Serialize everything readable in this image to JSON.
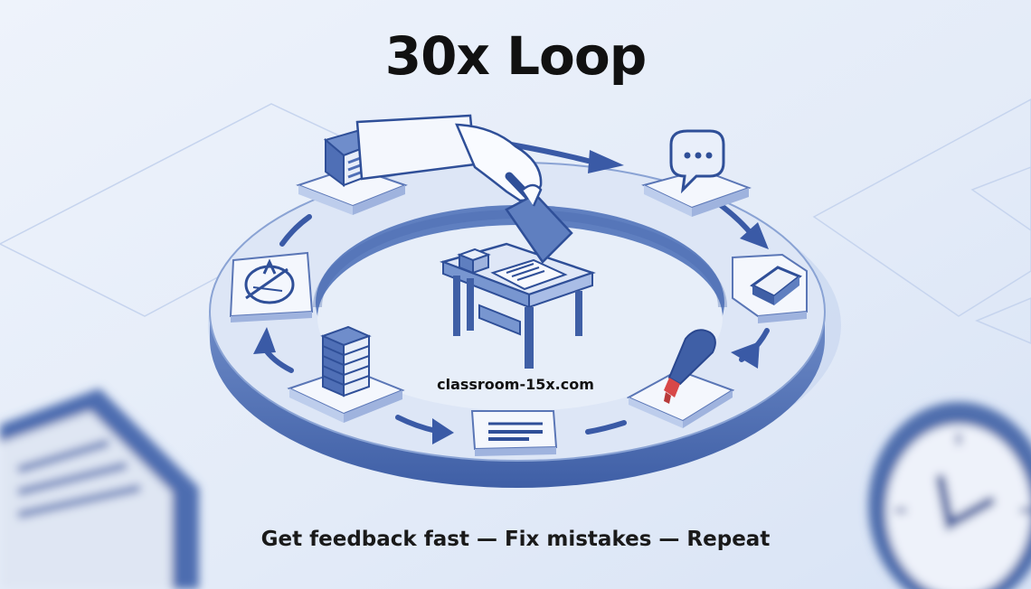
{
  "title": "30x Loop",
  "watermark": "classroom-15x.com",
  "caption": "Get feedback fast — Fix mistakes — Repeat",
  "colors": {
    "background": "#e6edf8",
    "ring": "#9fb6e2",
    "ring_dark": "#3f5fa6",
    "accent": "#3a5aa6",
    "accent_light": "#d7e2f6",
    "card": "#f4f7fd",
    "marker_tip": "#d84848"
  },
  "icons": [
    "document-stack-icon",
    "chat-bubble-icon",
    "eraser-icon",
    "marker-icon",
    "strikethrough-text-icon",
    "book-stack-icon",
    "compass-icon",
    "hand-icon",
    "paper-icon",
    "desk-icon",
    "clock-icon"
  ]
}
